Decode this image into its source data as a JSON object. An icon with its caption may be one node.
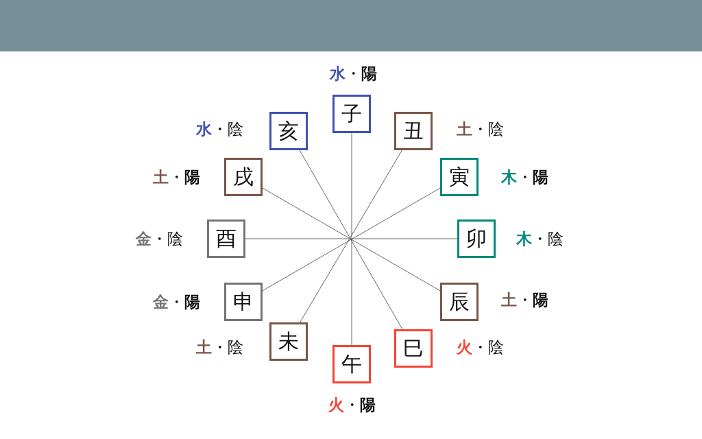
{
  "diagram": {
    "nodes": [
      {
        "text": [
          "子"
        ],
        "beside": [
          "**水**・**陽**"
        ]
      },
      {
        "text": [
          "丑"
        ],
        "beside": [
          "**土**・陰"
        ]
      },
      {
        "text": [
          "寅"
        ],
        "beside": [
          "**木**・**陽**"
        ]
      },
      {
        "text": [
          "卯"
        ],
        "beside": [
          "**木**・陰"
        ]
      },
      {
        "text": [
          "辰"
        ],
        "beside": [
          "**土**・**陽**"
        ]
      },
      {
        "text": [
          "巳"
        ],
        "beside": [
          "**火**・陰"
        ]
      },
      {
        "text": [
          "午"
        ],
        "beside": [
          "**火**・**陽**"
        ]
      },
      {
        "text": [
          "未"
        ],
        "beside": [
          "**土**・陰"
        ]
      },
      {
        "text": [
          "申"
        ],
        "beside": [
          "**金**・**陽**"
        ]
      },
      {
        "text": [
          "酉"
        ],
        "beside": [
          "**金**・陰"
        ]
      },
      {
        "text": [
          "戌"
        ],
        "beside": [
          "**土**・**陽**"
        ]
      },
      {
        "text": [
          "亥"
        ],
        "beside": [
          "**水**・陰"
        ]
      }
    ],
    "edges": [
      {
        "from": 0,
        "to": 6,
        "arrow": "none"
      },
      {
        "from": 1,
        "to": 7,
        "arrow": "none"
      },
      {
        "from": 2,
        "to": 8,
        "arrow": "none"
      },
      {
        "from": 3,
        "to": 9,
        "arrow": "none"
      },
      {
        "from": 4,
        "to": 10,
        "arrow": "none"
      },
      {
        "from": 5,
        "to": 11,
        "arrow": "none"
      }
    ]
  }
}
